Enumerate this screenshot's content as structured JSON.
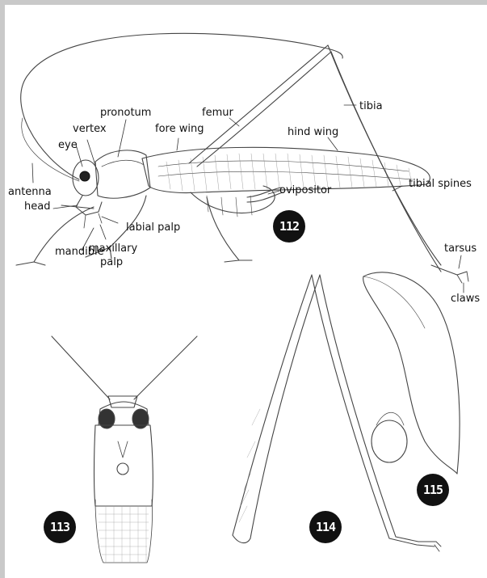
{
  "labels": {
    "pronotum": "pronotum",
    "vertex": "vertex",
    "eye": "eye",
    "femur": "femur",
    "fore_wing": "fore wing",
    "tibia": "tibia",
    "hind_wing": "hind wing",
    "antenna": "antenna",
    "head": "head",
    "ovipositor": "ovipositor",
    "tibial_spines": "tibial spines",
    "labial_palp": "labial palp",
    "mandible": "mandible",
    "maxillary_palp_1": "maxillary",
    "maxillary_palp_2": "palp",
    "tarsus": "tarsus",
    "claws": "claws"
  },
  "figures": {
    "fig112": "112",
    "fig113": "113",
    "fig114": "114",
    "fig115": "115"
  },
  "colors": {
    "background": "#c9c9c9",
    "plate": "#ffffff",
    "ink": "#111111",
    "badge": "#111111"
  }
}
